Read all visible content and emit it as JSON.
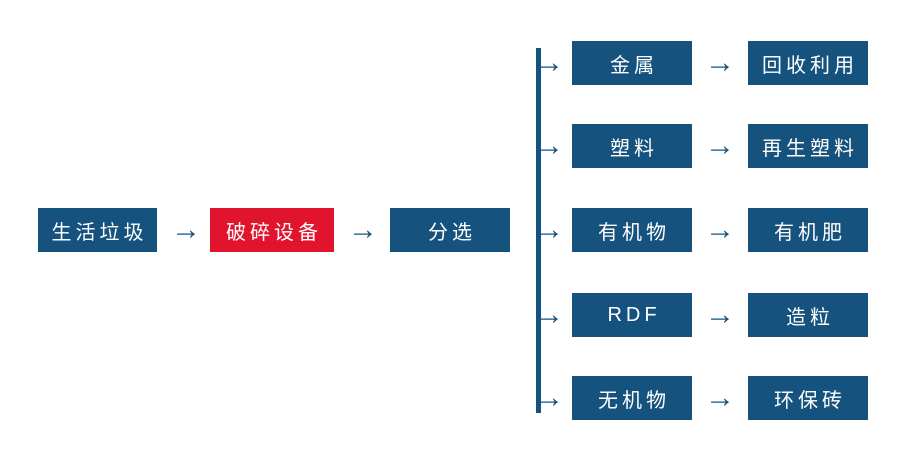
{
  "diagram": {
    "type": "process-flow",
    "arrow_glyph": "→",
    "colors": {
      "primary_blue": "#15527D",
      "accent_red": "#E0142D",
      "node_text": "#FFFFFF"
    },
    "main_flow": {
      "input": "生活垃圾",
      "equipment": "破碎设备",
      "sorting": "分选"
    },
    "branches": [
      {
        "source": "金属",
        "result": "回收利用"
      },
      {
        "source": "塑料",
        "result": "再生塑料"
      },
      {
        "source": "有机物",
        "result": "有机肥"
      },
      {
        "source": "RDF",
        "result": "造粒"
      },
      {
        "source": "无机物",
        "result": "环保砖"
      }
    ]
  }
}
